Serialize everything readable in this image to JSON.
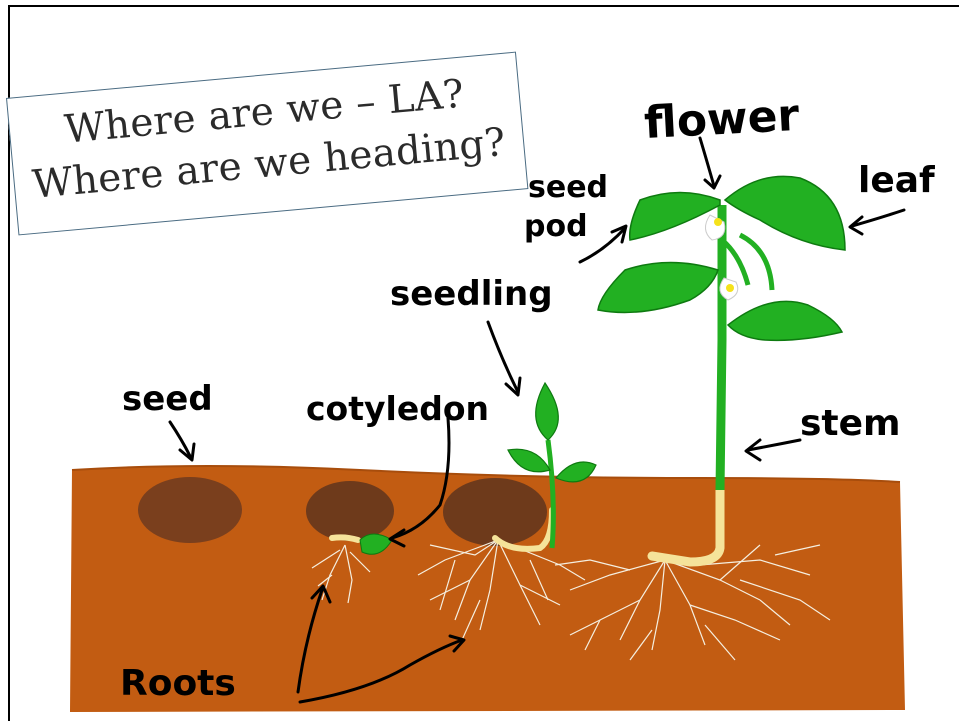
{
  "slide": {
    "title_lines": [
      "Where are we – LA?",
      "Where are we heading?"
    ]
  },
  "diagram": {
    "labels": {
      "flower": "flower",
      "leaf": "leaf",
      "seed_pod_1": "seed",
      "seed_pod_2": "pod",
      "seedling": "seedling",
      "seed": "seed",
      "cotyledon": "cotyledon",
      "stem": "stem",
      "roots": "Roots"
    }
  },
  "colors": {
    "soil": "#c25c12",
    "seed": "#7a3f1d",
    "leaf_green": "#22b022",
    "leaf_dark": "#0e7a10",
    "root": "#f5e39a",
    "title_border": "#4a6b82"
  }
}
